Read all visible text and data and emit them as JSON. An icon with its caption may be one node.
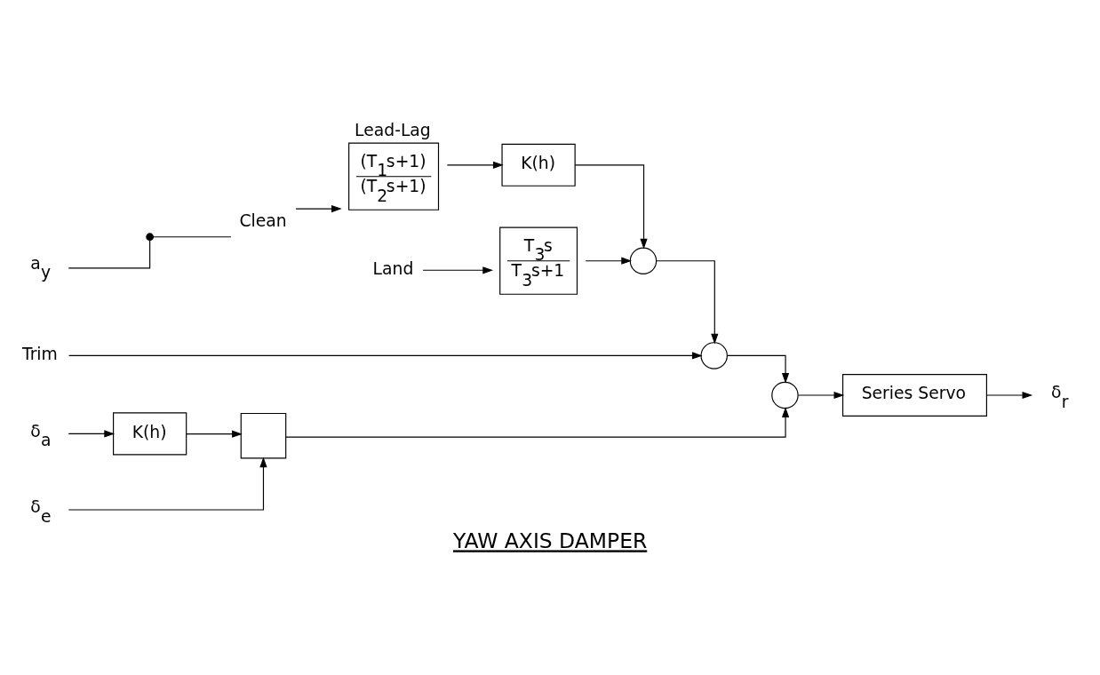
{
  "diagram": {
    "caption": "YAW AXIS DAMPER",
    "nodes": [
      {
        "text": [
          "a$_{y}$"
        ]
      },
      {
        "text": [],
        "shape": "dot"
      },
      {
        "text": [
          "Clean"
        ]
      },
      {
        "text": [
          "Land"
        ]
      },
      {
        "text": [
          "Lead-Lag",
          "(T$_{1}$s+1)",
          "(T$_{2}$s+1)"
        ]
      },
      {
        "text": [
          "K(h)"
        ]
      },
      {
        "text": [
          "T$_{3}$s",
          "T$_{3}$s+1"
        ]
      },
      {
        "text": [],
        "shape": "circle"
      },
      {
        "text": [],
        "shape": "circle"
      },
      {
        "text": [],
        "shape": "circle"
      },
      {
        "text": [
          "Series Servo"
        ]
      },
      {
        "text": [
          "δ$_{r}$"
        ]
      },
      {
        "text": [
          "Trim"
        ]
      },
      {
        "text": [
          "δ$_{a}$"
        ]
      },
      {
        "text": [
          "K(h)"
        ]
      },
      {
        "text": [],
        "shape": "box"
      },
      {
        "text": [
          "δ$_{e}$"
        ]
      }
    ],
    "edges": [
      {
        "from": 0,
        "to": 1,
        "arrow": "none"
      },
      {
        "from": 1,
        "to": 2,
        "arrow": "none"
      },
      {
        "from": 2,
        "to": 4,
        "arrow": "to"
      },
      {
        "from": 3,
        "to": 6,
        "arrow": "to"
      },
      {
        "from": 4,
        "to": 5,
        "arrow": "to"
      },
      {
        "from": 5,
        "to": 7,
        "arrow": "to"
      },
      {
        "from": 6,
        "to": 7,
        "arrow": "to"
      },
      {
        "from": 7,
        "to": 8,
        "arrow": "to"
      },
      {
        "from": 12,
        "to": 8,
        "arrow": "to"
      },
      {
        "from": 8,
        "to": 9,
        "arrow": "to"
      },
      {
        "from": 15,
        "to": 9,
        "arrow": "to"
      },
      {
        "from": 9,
        "to": 10,
        "arrow": "to"
      },
      {
        "from": 10,
        "to": 11,
        "arrow": "to"
      },
      {
        "from": 13,
        "to": 14,
        "arrow": "to"
      },
      {
        "from": 14,
        "to": 15,
        "arrow": "to"
      },
      {
        "from": 16,
        "to": 15,
        "arrow": "to"
      }
    ]
  }
}
